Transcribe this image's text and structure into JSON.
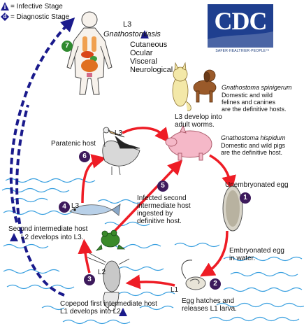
{
  "legend": {
    "infective_letter": "i",
    "infective_label": "= Infective Stage",
    "diagnostic_letter": "d",
    "diagnostic_label": "= Diagnostic Stage"
  },
  "logo": {
    "text": "CDC",
    "tagline": "SAFER·HEALTHIER·PEOPLE™"
  },
  "human": {
    "stage": "L3",
    "disease": "Gnathostomiasis",
    "forms": "Cutaneous\nOcular\nVisceral\nNeurological"
  },
  "definitive_cats": {
    "species": "Gnathostoma spinigerum",
    "description": "Domestic and wild\nfelines and canines\nare the definitive hosts."
  },
  "adult_worms": "L3 develop into\nadult worms.",
  "definitive_pigs": {
    "species": "Gnathostoma hispidum",
    "description": "Domestic and wild pigs\nare the definitive host."
  },
  "egg1": "Unembryonated egg",
  "egg2": "Embryonated egg\nin water.",
  "hatch": "Egg hatches and\nreleases L1 larva.",
  "hatch_stage": "L1",
  "copepod": "Copepod first intermediate host\nL1 develops into L2.",
  "copepod_stage": "L2",
  "second_host": {
    "title": "Second intermediate host",
    "text": "L2 develops into L3."
  },
  "fish_stage": "L3",
  "paratenic": {
    "title": "Paratenic host",
    "stage": "L3"
  },
  "ingested": "Infected second\nintermediate host\ningested by\ndefinitive host.",
  "steps": [
    "1",
    "2",
    "3",
    "4",
    "5",
    "6",
    "7"
  ],
  "colors": {
    "arrow_red": "#ee1c25",
    "arrow_blue": "#1a1a8c",
    "step_purple": "#3d1a5c",
    "step_green": "#2f8a2f",
    "water": "#3aa0e0",
    "logo_blue": "#1f3f8f"
  }
}
